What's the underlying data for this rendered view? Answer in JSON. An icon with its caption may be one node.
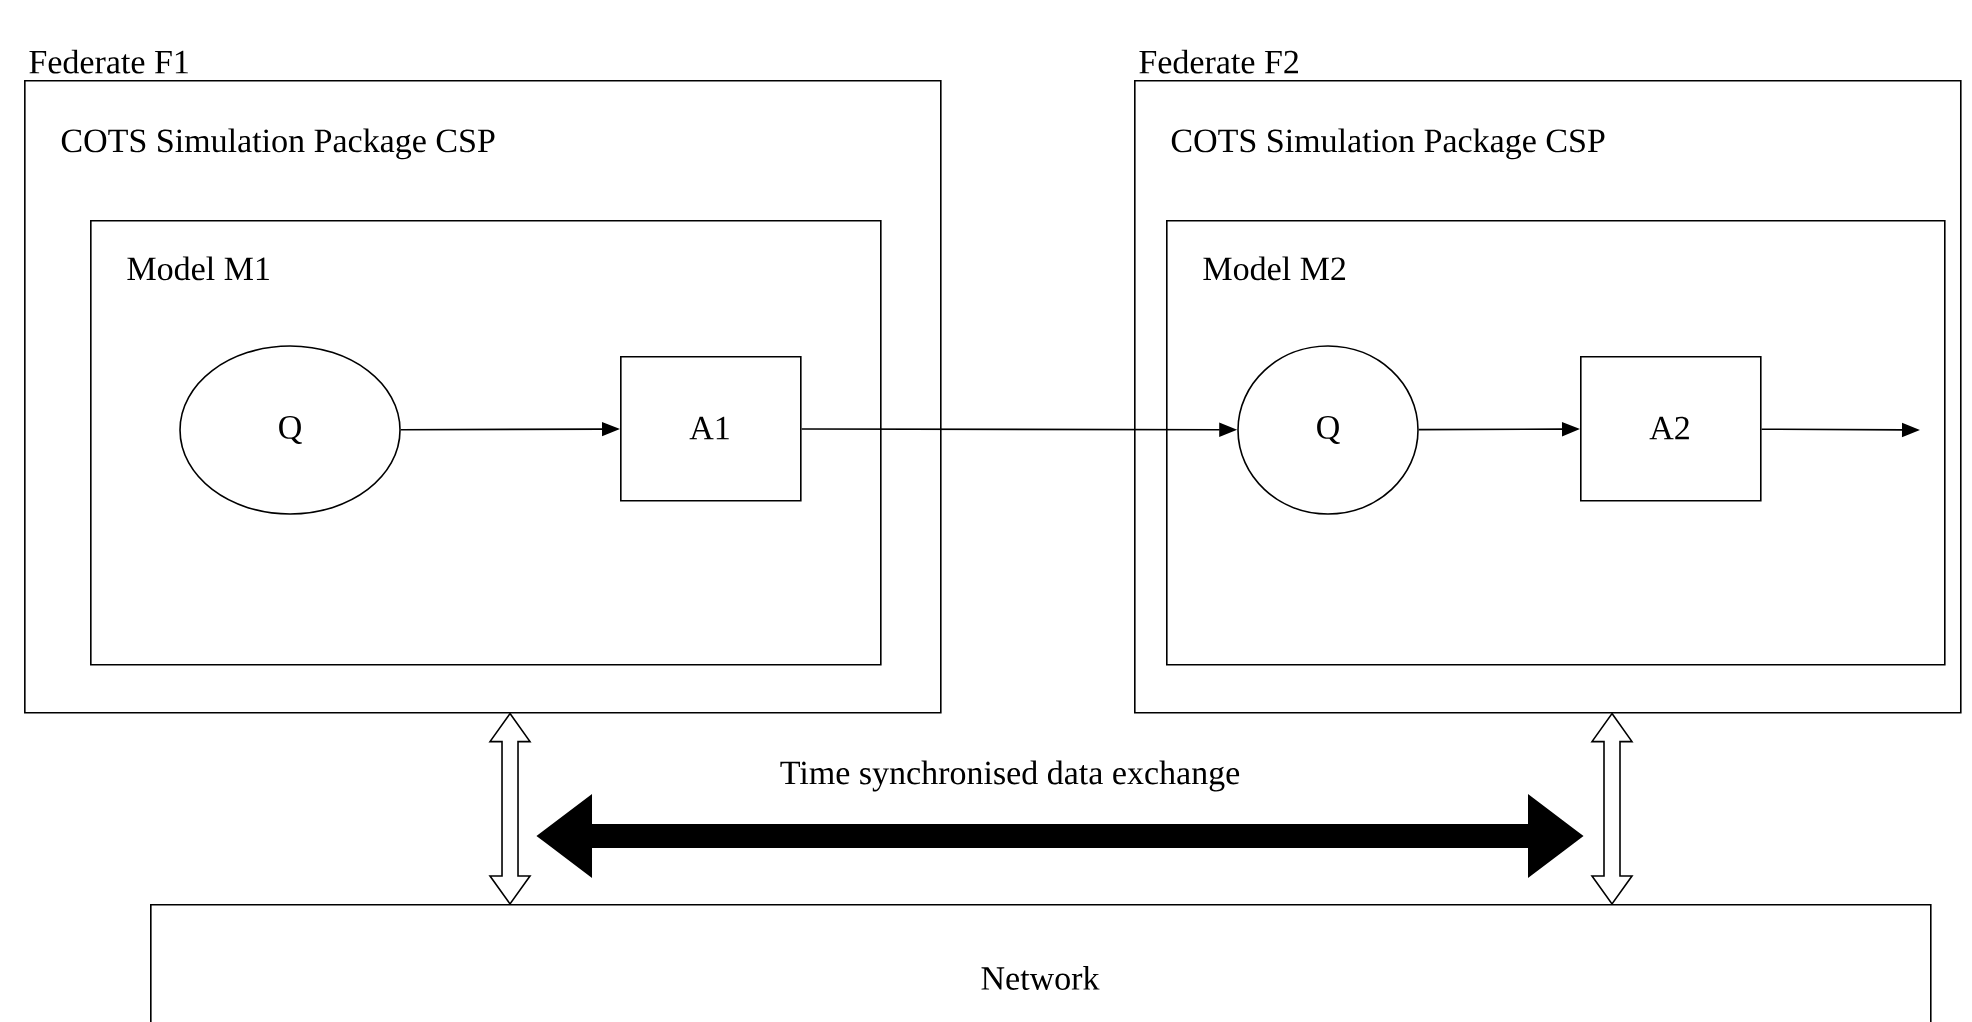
{
  "diagram": {
    "nodes": [
      {
        "text": [
          "Federate F1",
          "COTS Simulation Package CSP"
        ]
      },
      {
        "text": [
          "Model M1"
        ],
        "in": 0
      },
      {
        "text": [
          "Q"
        ],
        "in": 1
      },
      {
        "text": [
          "A1"
        ],
        "in": 1
      },
      {
        "text": [
          "Federate F2",
          "COTS Simulation Package CSP"
        ]
      },
      {
        "text": [
          "Model M2"
        ],
        "in": 4
      },
      {
        "text": [
          "Q"
        ],
        "in": 5
      },
      {
        "text": [
          "A2"
        ],
        "in": 5
      },
      {
        "text": [
          "Network"
        ]
      }
    ],
    "edges": [
      {
        "from": 2,
        "to": 3,
        "arrow": "to"
      },
      {
        "from": 3,
        "to": 6,
        "arrow": "to"
      },
      {
        "from": 6,
        "to": 7,
        "arrow": "to"
      },
      {
        "from": 7,
        "to": null,
        "arrow": "to"
      },
      {
        "from": 0,
        "to": 8,
        "arrow": "both",
        "style": "thick"
      },
      {
        "from": 4,
        "to": 8,
        "arrow": "both",
        "style": "thick"
      }
    ],
    "labels": [
      "Time synchronised data exchange"
    ]
  }
}
